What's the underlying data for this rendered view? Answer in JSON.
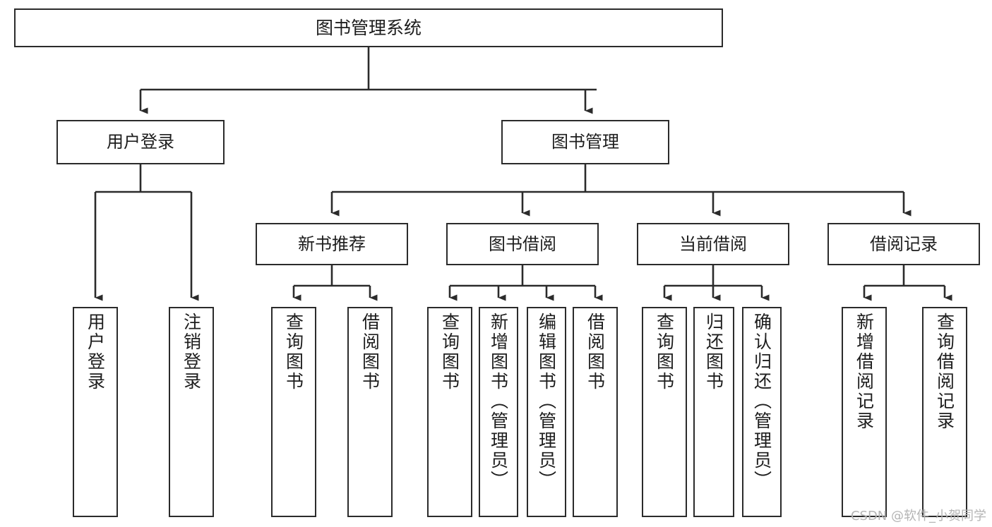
{
  "diagram": {
    "title": "图书管理系统",
    "type": "tree-hierarchy-diagram",
    "watermark": "CSDN @软件_小贺同学",
    "colors": {
      "background": "#ffffff",
      "box_border": "#2b2b2b",
      "box_fill": "#ffffff",
      "text": "#1d1d1d",
      "connector": "#2b2b2b",
      "watermark": "#b4b4b4"
    },
    "nodes": {
      "root": {
        "label": "图书管理系统"
      },
      "level2": {
        "user_login": {
          "label": "用户登录"
        },
        "book_manage": {
          "label": "图书管理"
        }
      },
      "level3": {
        "new_book_recommend": {
          "label": "新书推荐"
        },
        "book_borrow": {
          "label": "图书借阅"
        },
        "current_borrow": {
          "label": "当前借阅"
        },
        "borrow_record": {
          "label": "借阅记录"
        }
      },
      "leaves": {
        "user_login_children": [
          {
            "label": "用户登录"
          },
          {
            "label": "注销登录"
          }
        ],
        "new_book_recommend_children": [
          {
            "label": "查询图书"
          },
          {
            "label": "借阅图书"
          }
        ],
        "book_borrow_children": [
          {
            "label": "查询图书"
          },
          {
            "label": "新增图书（管理员）"
          },
          {
            "label": "编辑图书（管理员）"
          },
          {
            "label": "借阅图书"
          }
        ],
        "current_borrow_children": [
          {
            "label": "查询图书"
          },
          {
            "label": "归还图书"
          },
          {
            "label": "确认归还（管理员）"
          }
        ],
        "borrow_record_children": [
          {
            "label": "新增借阅记录"
          },
          {
            "label": "查询借阅记录"
          }
        ]
      }
    }
  }
}
